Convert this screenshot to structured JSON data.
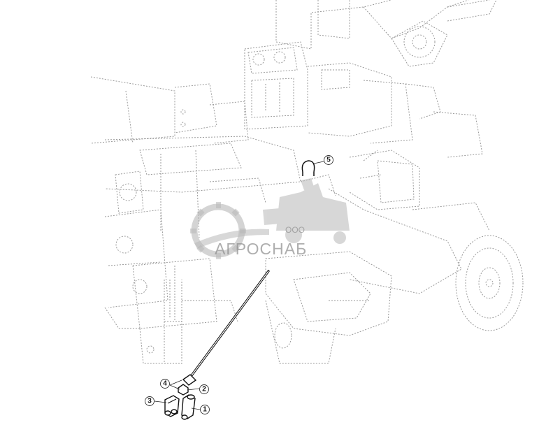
{
  "watermark": {
    "prefix": "ООО",
    "brand": "АГРОСНАБ"
  },
  "callouts": [
    {
      "id": "callout-1",
      "label": "1"
    },
    {
      "id": "callout-2",
      "label": "2"
    },
    {
      "id": "callout-3",
      "label": "3"
    },
    {
      "id": "callout-4",
      "label": "4"
    },
    {
      "id": "callout-5",
      "label": "5"
    }
  ]
}
